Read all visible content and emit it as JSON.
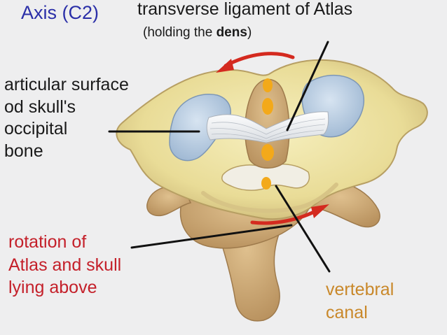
{
  "labels": {
    "title": "Axis (C2)",
    "ligament": "transverse ligament of Atlas",
    "ligament_sub_prefix": "(holding the ",
    "ligament_sub_bold": "dens",
    "ligament_sub_suffix": ")",
    "articular": [
      "articular surface",
      "od skull's",
      "occipital",
      "bone"
    ],
    "rotation": [
      "rotation of",
      "Atlas and skull",
      "lying above"
    ],
    "canal": [
      "vertebral",
      "canal"
    ]
  },
  "colors": {
    "background": "#eeeeef",
    "bone": "#efe6a8",
    "bone_shadow": "#c9b27a",
    "axis_body": "#d2b07e",
    "articular_surface": "#b9cfe4",
    "rotation_arrow": "#d42a1f",
    "axis_line": "#f3a91a",
    "title": "#2b2fa8",
    "rotation_text": "#c4202a",
    "canal_text": "#c9882a"
  }
}
